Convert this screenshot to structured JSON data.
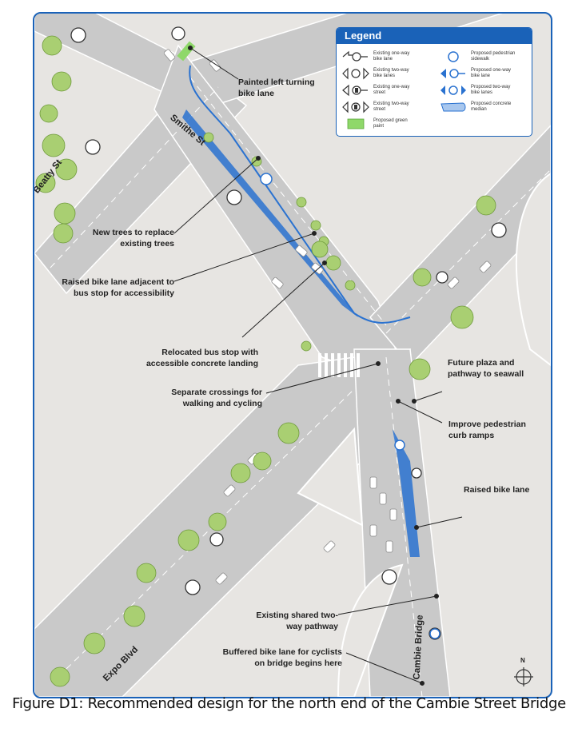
{
  "legend": {
    "title": "Legend",
    "items": [
      {
        "label": "Existing one-way\nbike lane",
        "icon": "existing-one-way-bike-lane-icon"
      },
      {
        "label": "Proposed pedestrian\nsidewalk",
        "icon": "proposed-pedestrian-sidewalk-icon"
      },
      {
        "label": "Existing two-way\nbike lanes",
        "icon": "existing-two-way-bike-lanes-icon"
      },
      {
        "label": "Proposed one-way\nbike lane",
        "icon": "proposed-one-way-bike-lane-icon"
      },
      {
        "label": "Existing one-way\nstreet",
        "icon": "existing-one-way-street-icon"
      },
      {
        "label": "Proposed two-way\nbike lanes",
        "icon": "proposed-two-way-bike-lanes-icon"
      },
      {
        "label": "Existing two-way\nstreet",
        "icon": "existing-two-way-street-icon"
      },
      {
        "label": "Proposed concrete\nmedian",
        "icon": "proposed-concrete-median-icon"
      },
      {
        "label": "Proposed green\npaint",
        "icon": "proposed-green-paint-icon"
      }
    ]
  },
  "streets": {
    "beatty": "Beatty St",
    "smithe": "Smithe St",
    "expo": "Expo Blvd",
    "cambie": "Cambie Bridge"
  },
  "callouts": {
    "painted_left_turn": "Painted left turning\nbike lane",
    "new_trees": "New trees to replace\nexisting trees",
    "raised_bike_bus": "Raised bike lane adjacent to\nbus stop for accessibility",
    "relocated_bus_stop": "Relocated bus stop with\naccessible concrete landing",
    "separate_crossings": "Separate crossings for\nwalking and cycling",
    "future_plaza": "Future plaza and\npathway to seawall",
    "improve_curb": "Improve pedestrian\ncurb ramps",
    "raised_bike_lane": "Raised bike lane",
    "shared_pathway": "Existing shared two-\nway pathway",
    "buffered_bike": "Buffered bike lane for cyclists\non bridge begins here"
  },
  "north_label": "N",
  "caption": "Figure D1: Recommended design for the north end of the Cambie Street Bridge",
  "colors": {
    "frame": "#1a62b8",
    "road": "#c9c9c9",
    "block": "#e7e5e2",
    "tree": "#a9cf72",
    "bike_lane": "#2a72d0",
    "green_paint": "#8fd86a"
  }
}
